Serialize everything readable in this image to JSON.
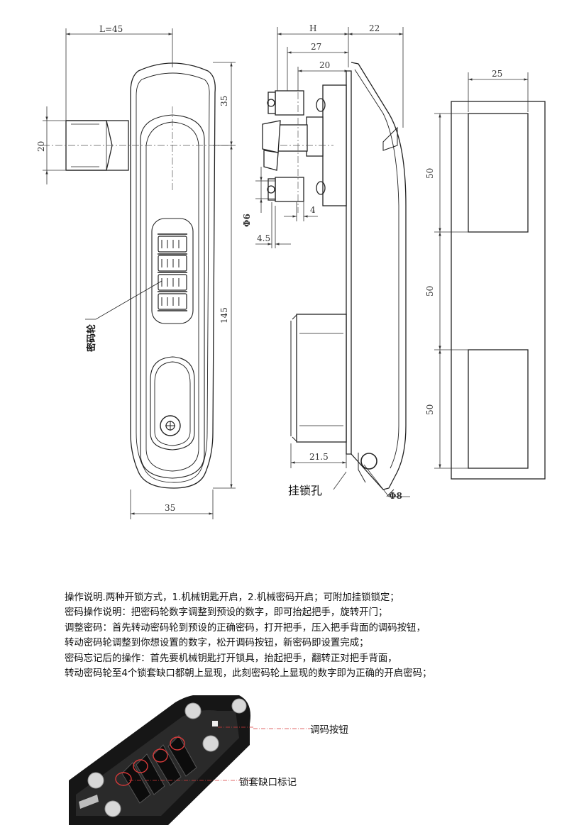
{
  "front_view": {
    "dims": {
      "top_width": "L=45",
      "bottom_width": "35",
      "height_total": "145",
      "height_top": "35",
      "key_offset": "20"
    },
    "label_password_wheel": "密码轮"
  },
  "side_view": {
    "dims": {
      "h": "H",
      "right": "22",
      "d27": "27",
      "d20": "20",
      "phi6": "Φ6",
      "d4": "4",
      "d4_5": "4.5",
      "d21_5": "21.5",
      "phi8": "Φ8"
    },
    "label_padlock_hole": "挂锁孔"
  },
  "cutout_view": {
    "dims": {
      "width": "25",
      "h1": "50",
      "h2": "50",
      "h3": "50"
    }
  },
  "instructions": [
    "操作说明.两种开锁方式，1.机械钥匙开启，2.机械密码开启；可附加挂锁锁定；",
    "密码操作说明：把密码轮数字调整到预设的数字，即可抬起把手，旋转开门；",
    "调整密码：首先转动密码轮到预设的正确密码，打开把手，压入把手背面的调码按钮，",
    "转动密码轮调整到你想设置的数字，松开调码按钮，新密码即设置完成；",
    "密码忘记后的操作：首先要机械钥匙打开锁具，抬起把手，翻转正对把手背面，",
    "转动密码轮至4个锁套缺口都朝上显现，此刻密码轮上显现的数字即为正确的开启密码；"
  ],
  "photo_callouts": {
    "code_button": "调码按钮",
    "notch_mark": "锁套缺口标记"
  }
}
